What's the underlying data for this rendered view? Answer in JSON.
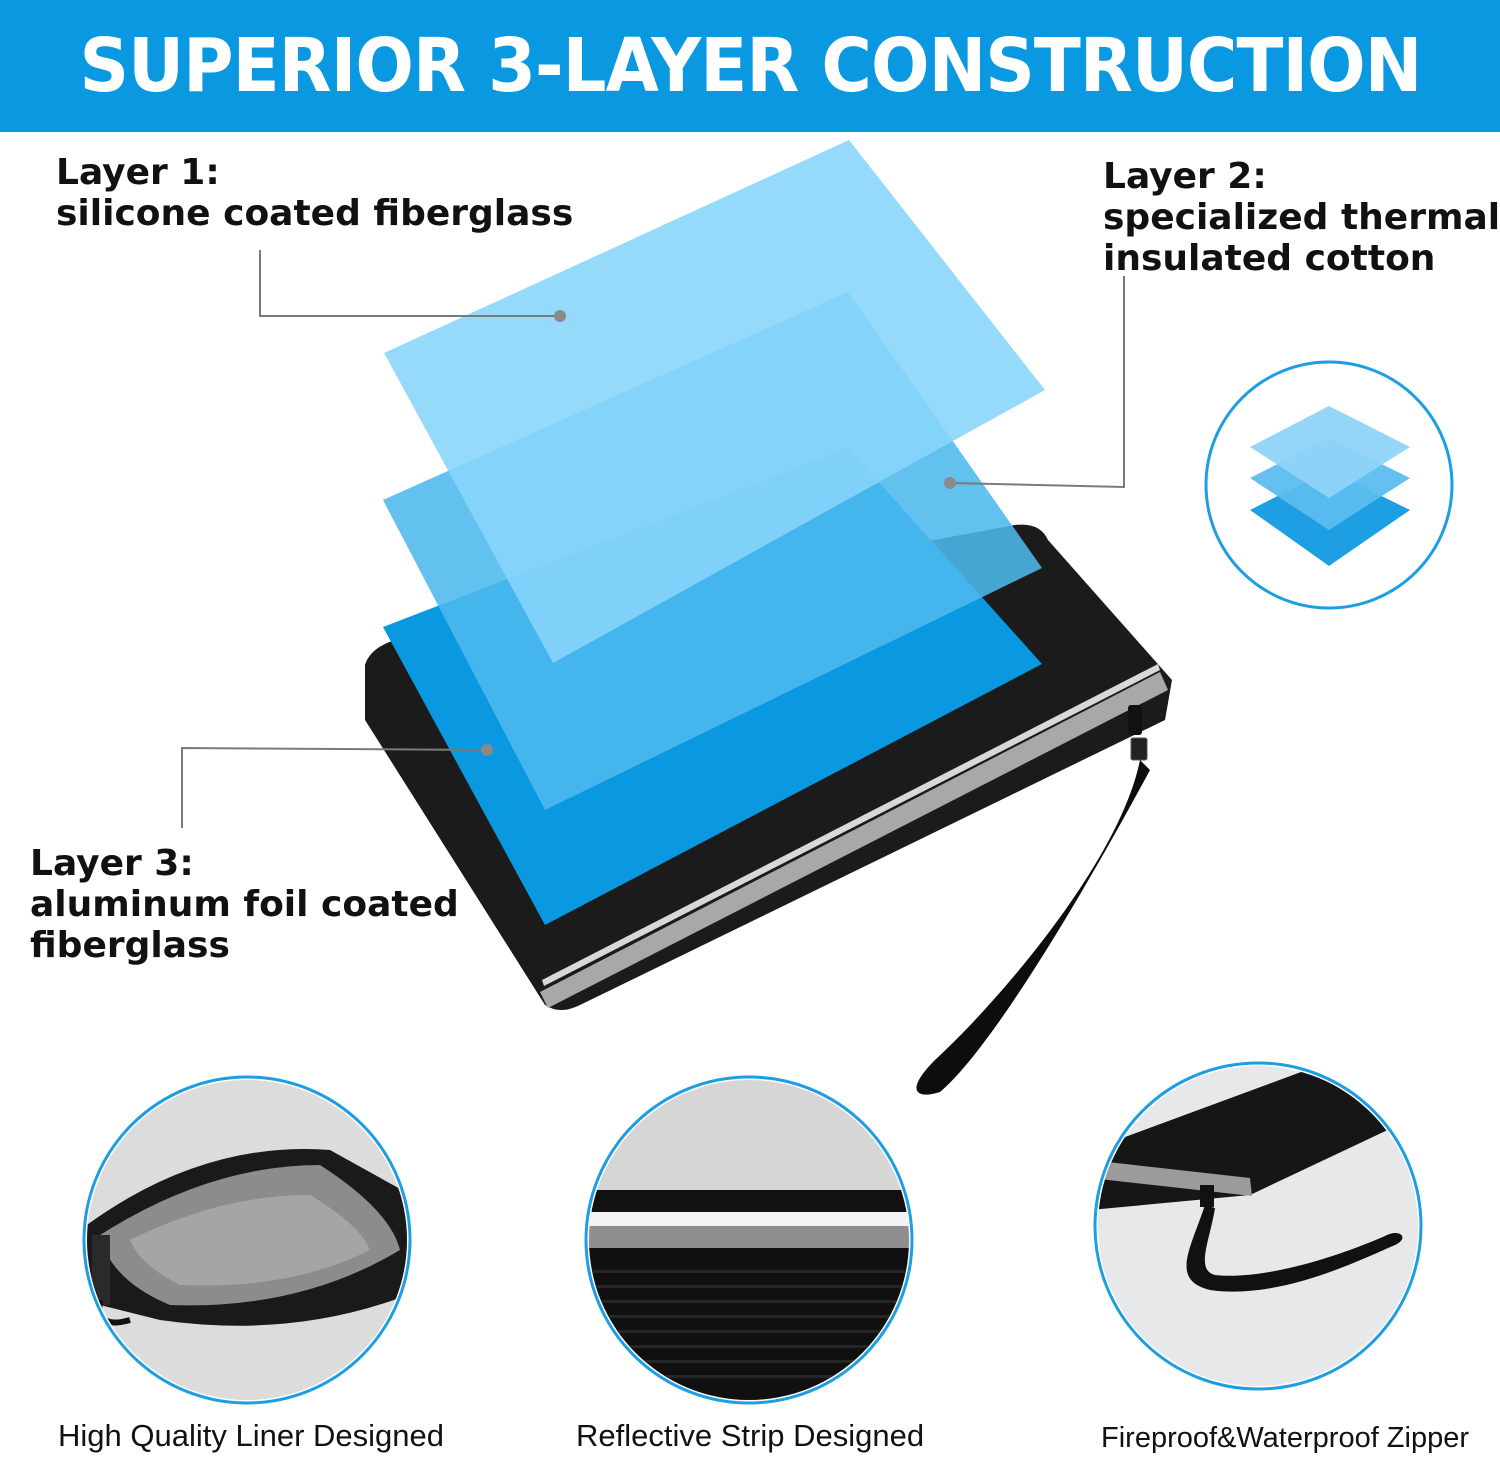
{
  "banner": {
    "title": "SUPERIOR 3-LAYER CONSTRUCTION",
    "bg_color": "#0a98e0"
  },
  "layers": [
    {
      "line1": "Layer 1:",
      "line2": "silicone coated fiberglass",
      "line3": "",
      "color": "#87d5fa"
    },
    {
      "line1": "Layer 2:",
      "line2": "specialized thermal",
      "line3": "insulated cotton",
      "color": "#4db8ee"
    },
    {
      "line1": "Layer 3:",
      "line2": "aluminum foil coated",
      "line3": "fiberglass",
      "color": "#0a98e0"
    }
  ],
  "features": [
    {
      "caption": "High Quality Liner Designed"
    },
    {
      "caption": "Reflective Strip Designed"
    },
    {
      "caption": "Fireproof&Waterproof Zipper"
    }
  ]
}
